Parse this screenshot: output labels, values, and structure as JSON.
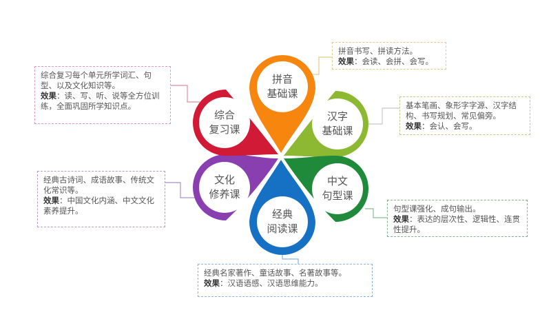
{
  "diagram": {
    "type": "flower-petal-diagram",
    "petals": [
      {
        "id": "pinyin",
        "line1": "拼音",
        "line2": "基础课",
        "color": "#F7860E"
      },
      {
        "id": "hanzi",
        "line1": "汉字",
        "line2": "基础课",
        "color": "#8DB832"
      },
      {
        "id": "juxing",
        "line1": "中文",
        "line2": "句型课",
        "color": "#1F8A3A"
      },
      {
        "id": "yuedu",
        "line1": "经典",
        "line2": "阅读课",
        "color": "#1670C4"
      },
      {
        "id": "wenhua",
        "line1": "文化",
        "line2": "修养课",
        "color": "#8A3FB0"
      },
      {
        "id": "fuxi",
        "line1": "综合",
        "line2": "复习课",
        "color": "#D11A35"
      }
    ],
    "notes": {
      "pinyin": {
        "content": "拼音书写、拼读方法。",
        "effect_label": "效果",
        "effect": "：会读、会拼、会写。",
        "border": "#E8C98C"
      },
      "hanzi": {
        "content": "基本笔画、象形字字源、汉字结构、书写规划、常见偏旁。",
        "effect_label": "效果",
        "effect": "：会认、会写。",
        "border": "#B9CC8C"
      },
      "juxing": {
        "content": "句型课强化、成句输出。",
        "effect_label": "效果",
        "effect": "：表达的层次性、逻辑性、连贯性提升。",
        "border": "#7FB58E"
      },
      "yuedu": {
        "content": "经典名家著作、童话故事、名著故事等。",
        "effect_label": "效果",
        "effect": "：汉语语感、汉语思维能力。",
        "border": "#8AB4DE"
      },
      "wenhua": {
        "content": "经典古诗词、成语故事、传统文化常识等。",
        "effect_label": "效果",
        "effect": "：中国文化内涵、中文文化素养提升。",
        "border": "#B29AD0"
      },
      "fuxi": {
        "content": "综合复习每个单元所学词汇、句型、以及文化知识等。",
        "effect_label": "效果",
        "effect": "：读、写、听、说等全方位训练，全面巩固所学知识点。",
        "border": "#E39AAE"
      }
    }
  }
}
